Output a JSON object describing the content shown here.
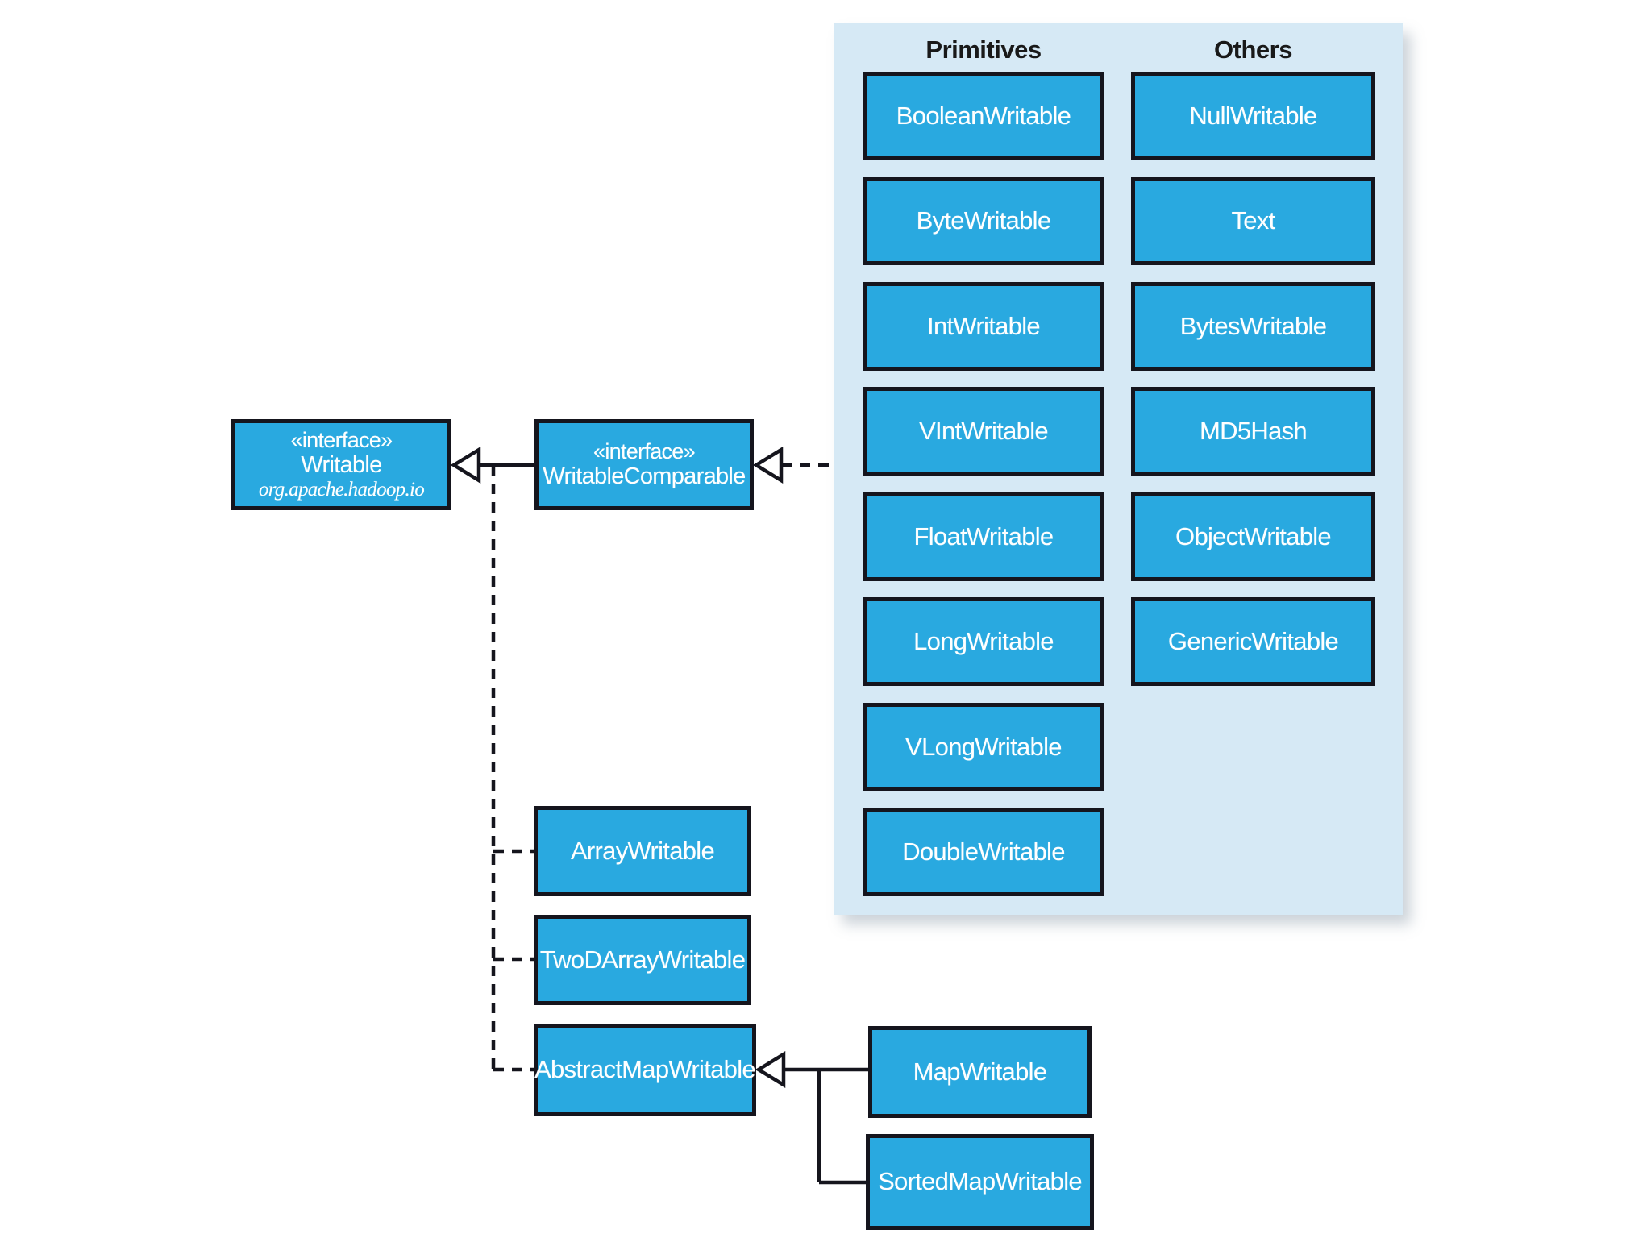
{
  "diagram": {
    "title_hint": "Hadoop Writable class hierarchy",
    "interfaces": {
      "writable": {
        "stereotype": "«interface»",
        "name": "Writable",
        "package": "org.apache.hadoop.io"
      },
      "writable_comparable": {
        "stereotype": "«interface»",
        "name": "WritableComparable"
      }
    },
    "classes": {
      "array_writable": "ArrayWritable",
      "twod_array_writable": "TwoDArrayWritable",
      "abstract_map_writable": "AbstractMapWritable",
      "map_writable": "MapWritable",
      "sorted_map_writable": "SortedMapWritable"
    },
    "panel": {
      "columns": [
        {
          "header": "Primitives",
          "items": [
            "BooleanWritable",
            "ByteWritable",
            "IntWritable",
            "VIntWritable",
            "FloatWritable",
            "LongWritable",
            "VLongWritable",
            "DoubleWritable"
          ]
        },
        {
          "header": "Others",
          "items": [
            "NullWritable",
            "Text",
            "BytesWritable",
            "MD5Hash",
            "ObjectWritable",
            "GenericWritable"
          ]
        }
      ]
    },
    "colors": {
      "box_fill": "#29a9e0",
      "panel_background": "#d6e9f5",
      "border": "#15151d",
      "box_text": "#ffffff",
      "header_text": "#191919"
    }
  }
}
